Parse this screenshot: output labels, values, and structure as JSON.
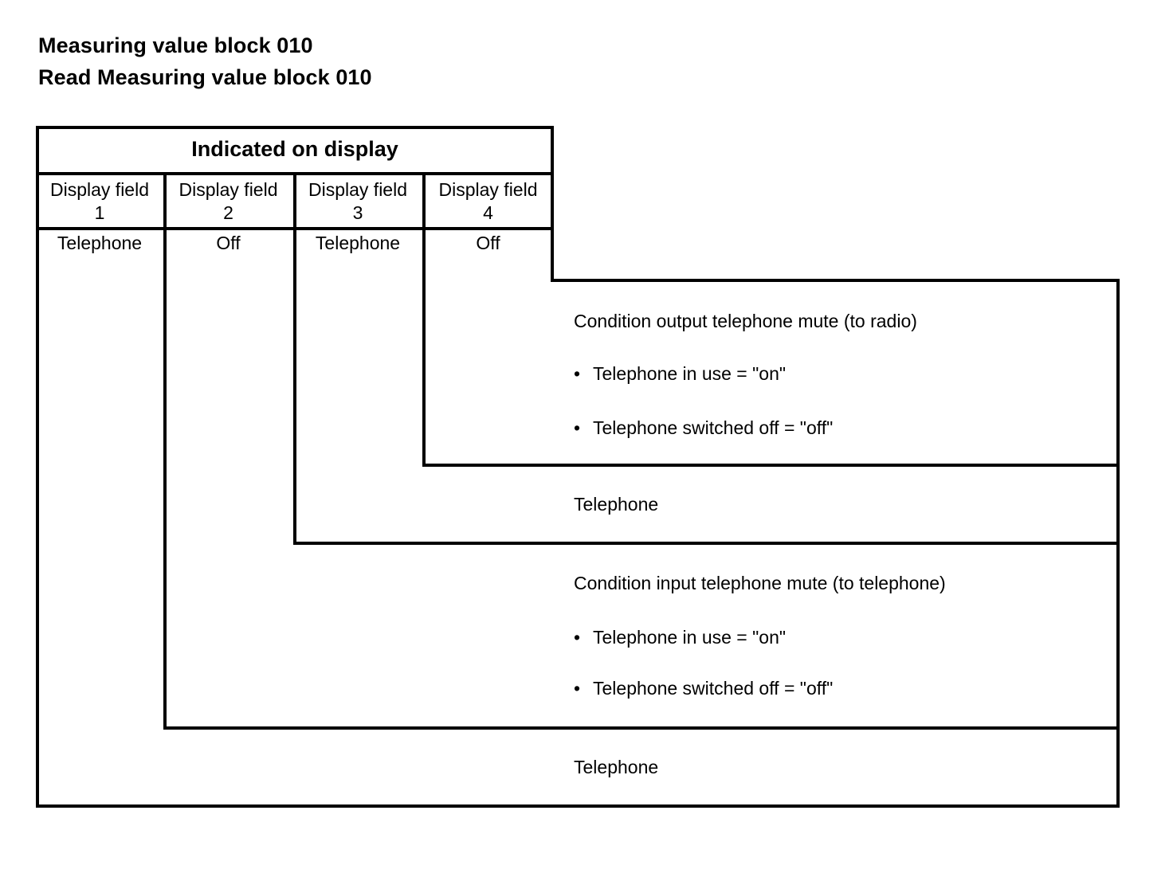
{
  "document": {
    "heading_1": "Measuring value block 010",
    "heading_2": "Read Measuring value block 010"
  },
  "table": {
    "title": "Indicated on display",
    "columns": [
      {
        "header_line1": "Display field",
        "header_line2": "1",
        "value": "Telephone"
      },
      {
        "header_line1": "Display field",
        "header_line2": "2",
        "value": "Off"
      },
      {
        "header_line1": "Display field",
        "header_line2": "3",
        "value": "Telephone"
      },
      {
        "header_line1": "Display field",
        "header_line2": "4",
        "value": "Off"
      }
    ]
  },
  "callouts": [
    {
      "title": "Condition output telephone mute (to radio)",
      "bullet_marker": "•",
      "bullets": [
        "Telephone in use = \"on\"",
        "Telephone switched off = \"off\""
      ]
    },
    {
      "label": "Telephone"
    },
    {
      "title": "Condition input telephone mute (to telephone)",
      "bullet_marker": "•",
      "bullets": [
        "Telephone in use = \"on\"",
        "Telephone switched off = \"off\""
      ]
    },
    {
      "label": "Telephone"
    }
  ],
  "colors": {
    "ink": "#000000",
    "paper": "#ffffff"
  }
}
